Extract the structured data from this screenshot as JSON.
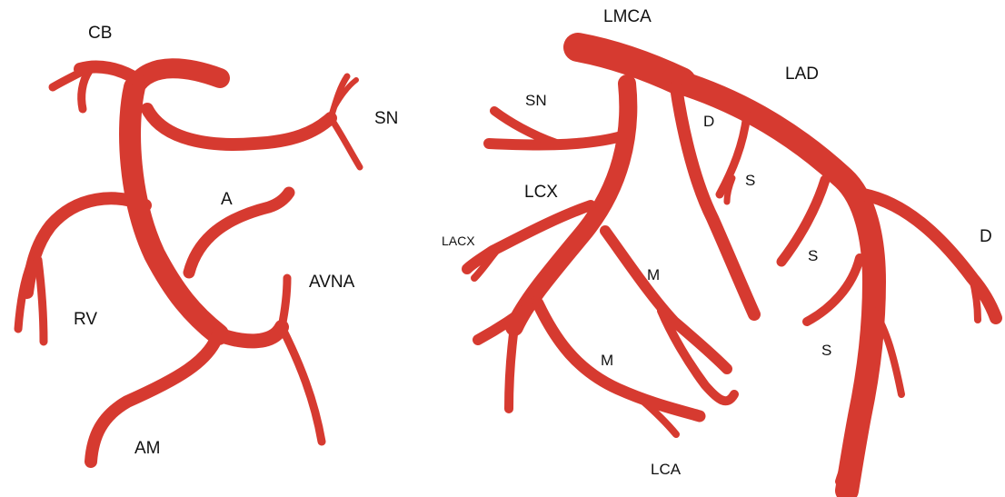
{
  "colors": {
    "vessel": "#d63a30",
    "background": "#ffffff",
    "label": "#111111"
  },
  "right_coronary_tree": {
    "labels": {
      "cb": "CB",
      "sn": "SN",
      "a": "A",
      "rv": "RV",
      "avna": "AVNA",
      "am": "AM"
    }
  },
  "left_coronary_tree": {
    "labels": {
      "lmca": "LMCA",
      "lad": "LAD",
      "sn": "SN",
      "d1": "D",
      "s1": "S",
      "lcx": "LCX",
      "lacx": "LACX",
      "m1": "M",
      "s2": "S",
      "d2": "D",
      "m2": "M",
      "s3": "S",
      "lca": "LCA"
    }
  }
}
